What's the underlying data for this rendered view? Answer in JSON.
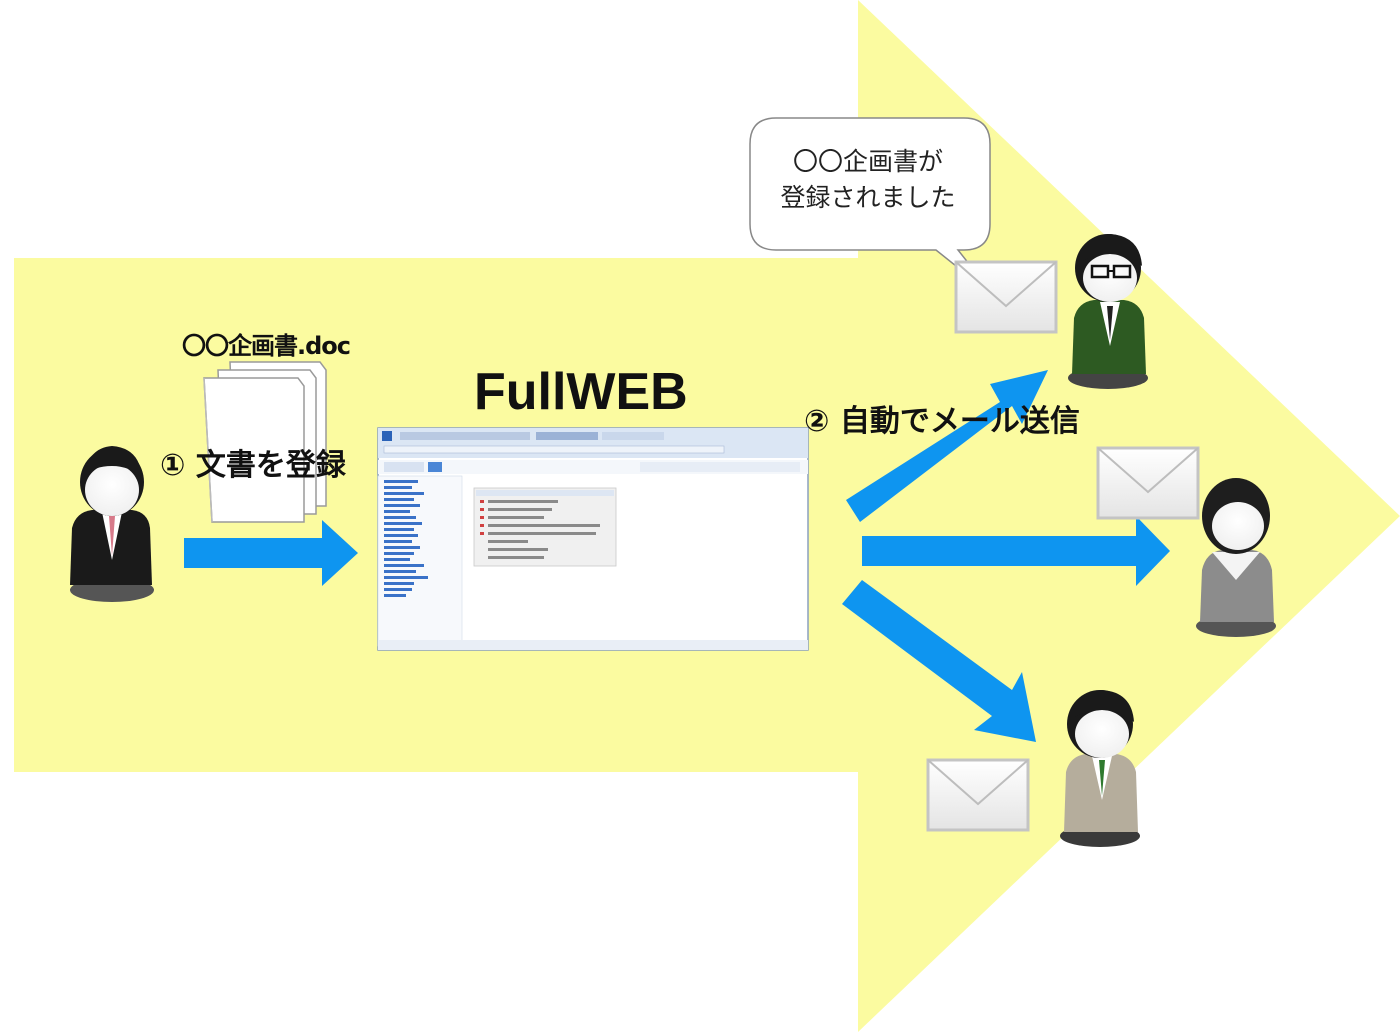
{
  "diagram": {
    "file_label": "〇〇企画書.doc",
    "step1_label": "① 文書を登録",
    "app_title": "FullWEB",
    "step2_label": "② 自動でメール送信",
    "bubble_line1": "〇〇企画書が",
    "bubble_line2": "登録されました"
  },
  "colors": {
    "big_arrow": "#fbfba0",
    "flow_arrow": "#0e95f0",
    "browser_chrome": "#dbe6f4",
    "sidebar_link": "#3a72c8"
  },
  "icons": {
    "sender": "person-businessman-icon",
    "document": "document-stack-icon",
    "screenshot": "fullweb-screenshot",
    "mail": "envelope-icon",
    "recipients": [
      "person-glasses-green-suit-icon",
      "person-woman-grey-vest-icon",
      "person-beige-suit-icon"
    ]
  }
}
